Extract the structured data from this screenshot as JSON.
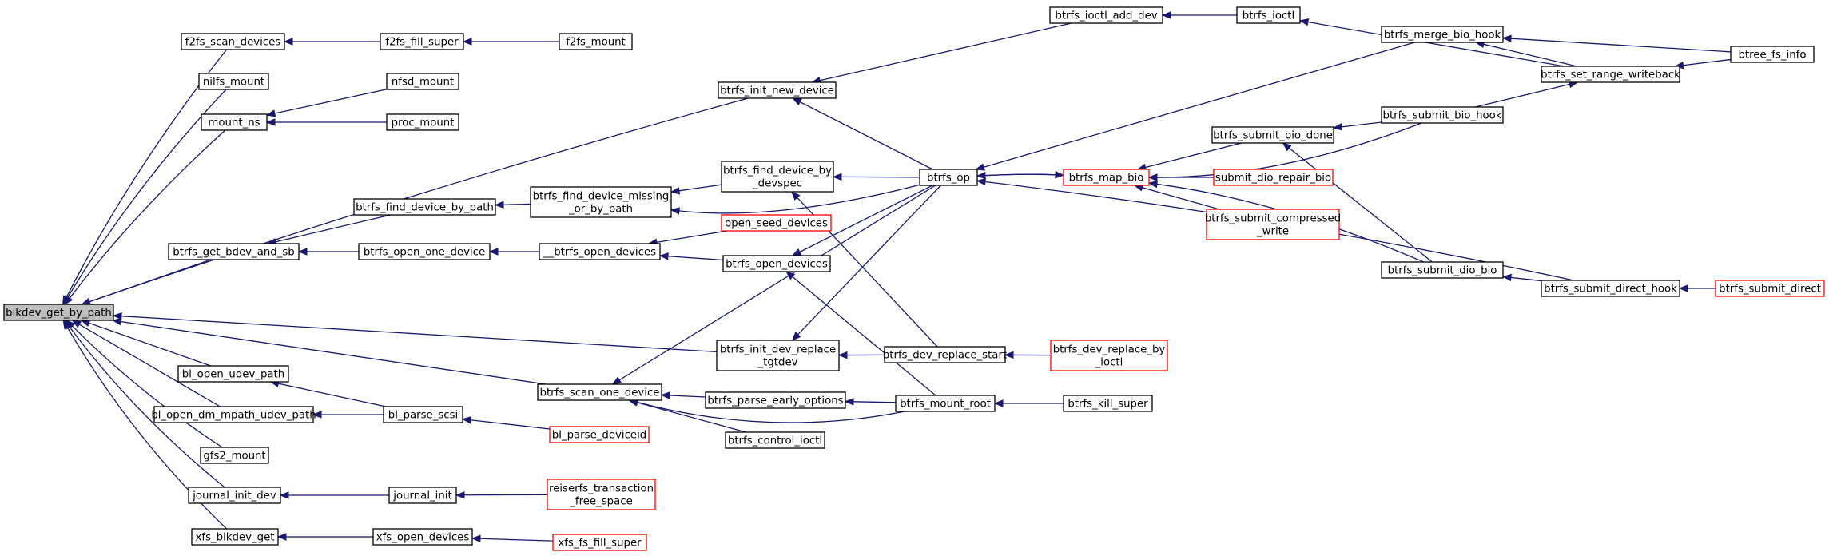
{
  "graph": {
    "edge_color": "#191970",
    "root_fill": "#bfbfbf",
    "truncated_node_border": "#ff0000",
    "nodes": [
      {
        "id": "n_root",
        "lines": [
          "blkdev_get_by_path"
        ]
      },
      {
        "id": "n_f2fs_scan",
        "lines": [
          "f2fs_scan_devices"
        ]
      },
      {
        "id": "n_f2fs_fill",
        "lines": [
          "f2fs_fill_super"
        ]
      },
      {
        "id": "n_f2fs_mount",
        "lines": [
          "f2fs_mount"
        ]
      },
      {
        "id": "n_nilfs",
        "lines": [
          "nilfs_mount"
        ]
      },
      {
        "id": "n_mount_ns",
        "lines": [
          "mount_ns"
        ]
      },
      {
        "id": "n_nfsd",
        "lines": [
          "nfsd_mount"
        ]
      },
      {
        "id": "n_proc",
        "lines": [
          "proc_mount"
        ]
      },
      {
        "id": "n_get_bdev",
        "lines": [
          "btrfs_get_bdev_and_sb"
        ]
      },
      {
        "id": "n_find_by_path",
        "lines": [
          "btrfs_find_device_by_path"
        ]
      },
      {
        "id": "n_missing",
        "lines": [
          "btrfs_find_device_missing",
          "_or_by_path"
        ]
      },
      {
        "id": "n_open_one",
        "lines": [
          "btrfs_open_one_device"
        ]
      },
      {
        "id": "n__open_devs",
        "lines": [
          "__btrfs_open_devices"
        ]
      },
      {
        "id": "n_init_new",
        "lines": [
          "btrfs_init_new_device"
        ]
      },
      {
        "id": "n_ioctl_add",
        "lines": [
          "btrfs_ioctl_add_dev"
        ]
      },
      {
        "id": "n_ioctl",
        "lines": [
          "btrfs_ioctl"
        ]
      },
      {
        "id": "n_find_devspec",
        "lines": [
          "btrfs_find_device_by",
          "_devspec"
        ]
      },
      {
        "id": "n_op",
        "lines": [
          "btrfs_op"
        ]
      },
      {
        "id": "n_open_seed",
        "lines": [
          "open_seed_devices"
        ]
      },
      {
        "id": "n_open_devs",
        "lines": [
          "btrfs_open_devices"
        ]
      },
      {
        "id": "n_map_bio",
        "lines": [
          "btrfs_map_bio"
        ]
      },
      {
        "id": "n_merge_hook",
        "lines": [
          "btrfs_merge_bio_hook"
        ]
      },
      {
        "id": "n_set_range",
        "lines": [
          "btrfs_set_range_writeback"
        ]
      },
      {
        "id": "n_btree_info",
        "lines": [
          "btree_fs_info"
        ]
      },
      {
        "id": "n_submit_hook",
        "lines": [
          "btrfs_submit_bio_hook"
        ]
      },
      {
        "id": "n_submit_done",
        "lines": [
          "btrfs_submit_bio_done"
        ]
      },
      {
        "id": "n_dio_repair",
        "lines": [
          "submit_dio_repair_bio"
        ]
      },
      {
        "id": "n_compressed",
        "lines": [
          "btrfs_submit_compressed",
          "_write"
        ]
      },
      {
        "id": "n_dio_bio",
        "lines": [
          "btrfs_submit_dio_bio"
        ]
      },
      {
        "id": "n_direct_hook",
        "lines": [
          "btrfs_submit_direct_hook"
        ]
      },
      {
        "id": "n_submit_direct",
        "lines": [
          "btrfs_submit_direct"
        ]
      },
      {
        "id": "n_init_replace",
        "lines": [
          "btrfs_init_dev_replace",
          "_tgtdev"
        ]
      },
      {
        "id": "n_replace_start",
        "lines": [
          "btrfs_dev_replace_start"
        ]
      },
      {
        "id": "n_replace_ioctl",
        "lines": [
          "btrfs_dev_replace_by",
          "_ioctl"
        ]
      },
      {
        "id": "n_scan_one",
        "lines": [
          "btrfs_scan_one_device"
        ]
      },
      {
        "id": "n_parse_early",
        "lines": [
          "btrfs_parse_early_options"
        ]
      },
      {
        "id": "n_mount_root",
        "lines": [
          "btrfs_mount_root"
        ]
      },
      {
        "id": "n_kill_super",
        "lines": [
          "btrfs_kill_super"
        ]
      },
      {
        "id": "n_control_ioctl",
        "lines": [
          "btrfs_control_ioctl"
        ]
      },
      {
        "id": "n_bl_udev",
        "lines": [
          "bl_open_udev_path"
        ]
      },
      {
        "id": "n_bl_dm",
        "lines": [
          "bl_open_dm_mpath_udev_path"
        ]
      },
      {
        "id": "n_bl_scsi",
        "lines": [
          "bl_parse_scsi"
        ]
      },
      {
        "id": "n_bl_devid",
        "lines": [
          "bl_parse_deviceid"
        ]
      },
      {
        "id": "n_gfs2",
        "lines": [
          "gfs2_mount"
        ]
      },
      {
        "id": "n_journal_dev",
        "lines": [
          "journal_init_dev"
        ]
      },
      {
        "id": "n_journal_init",
        "lines": [
          "journal_init"
        ]
      },
      {
        "id": "n_reiserfs",
        "lines": [
          "reiserfs_transaction",
          "_free_space"
        ]
      },
      {
        "id": "n_xfs_blkdev",
        "lines": [
          "xfs_blkdev_get"
        ]
      },
      {
        "id": "n_xfs_open",
        "lines": [
          "xfs_open_devices"
        ]
      },
      {
        "id": "n_xfs_fill",
        "lines": [
          "xfs_fs_fill_super"
        ]
      }
    ]
  }
}
